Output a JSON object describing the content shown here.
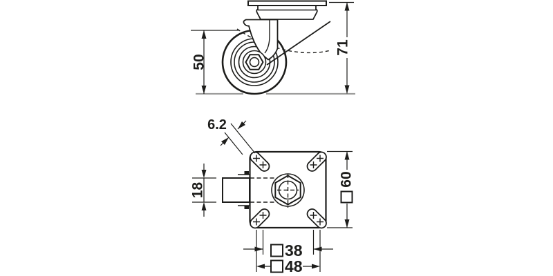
{
  "drawing": {
    "type": "technical-dimension-drawing",
    "background": "#ffffff",
    "line_color": "#1d1d1b",
    "ground_line_color": "#9d9d9c",
    "views": {
      "side": {
        "dimensions": {
          "wheel_diameter": "50",
          "overall_height": "71"
        }
      },
      "plan": {
        "dimensions": {
          "slot_width": "6.2",
          "wheel_width": "18",
          "plate_size": "60",
          "hole_spacing_inner": "38",
          "hole_spacing_outer": "48"
        },
        "square_symbol_dimensions": [
          "60",
          "38",
          "48"
        ]
      }
    }
  }
}
